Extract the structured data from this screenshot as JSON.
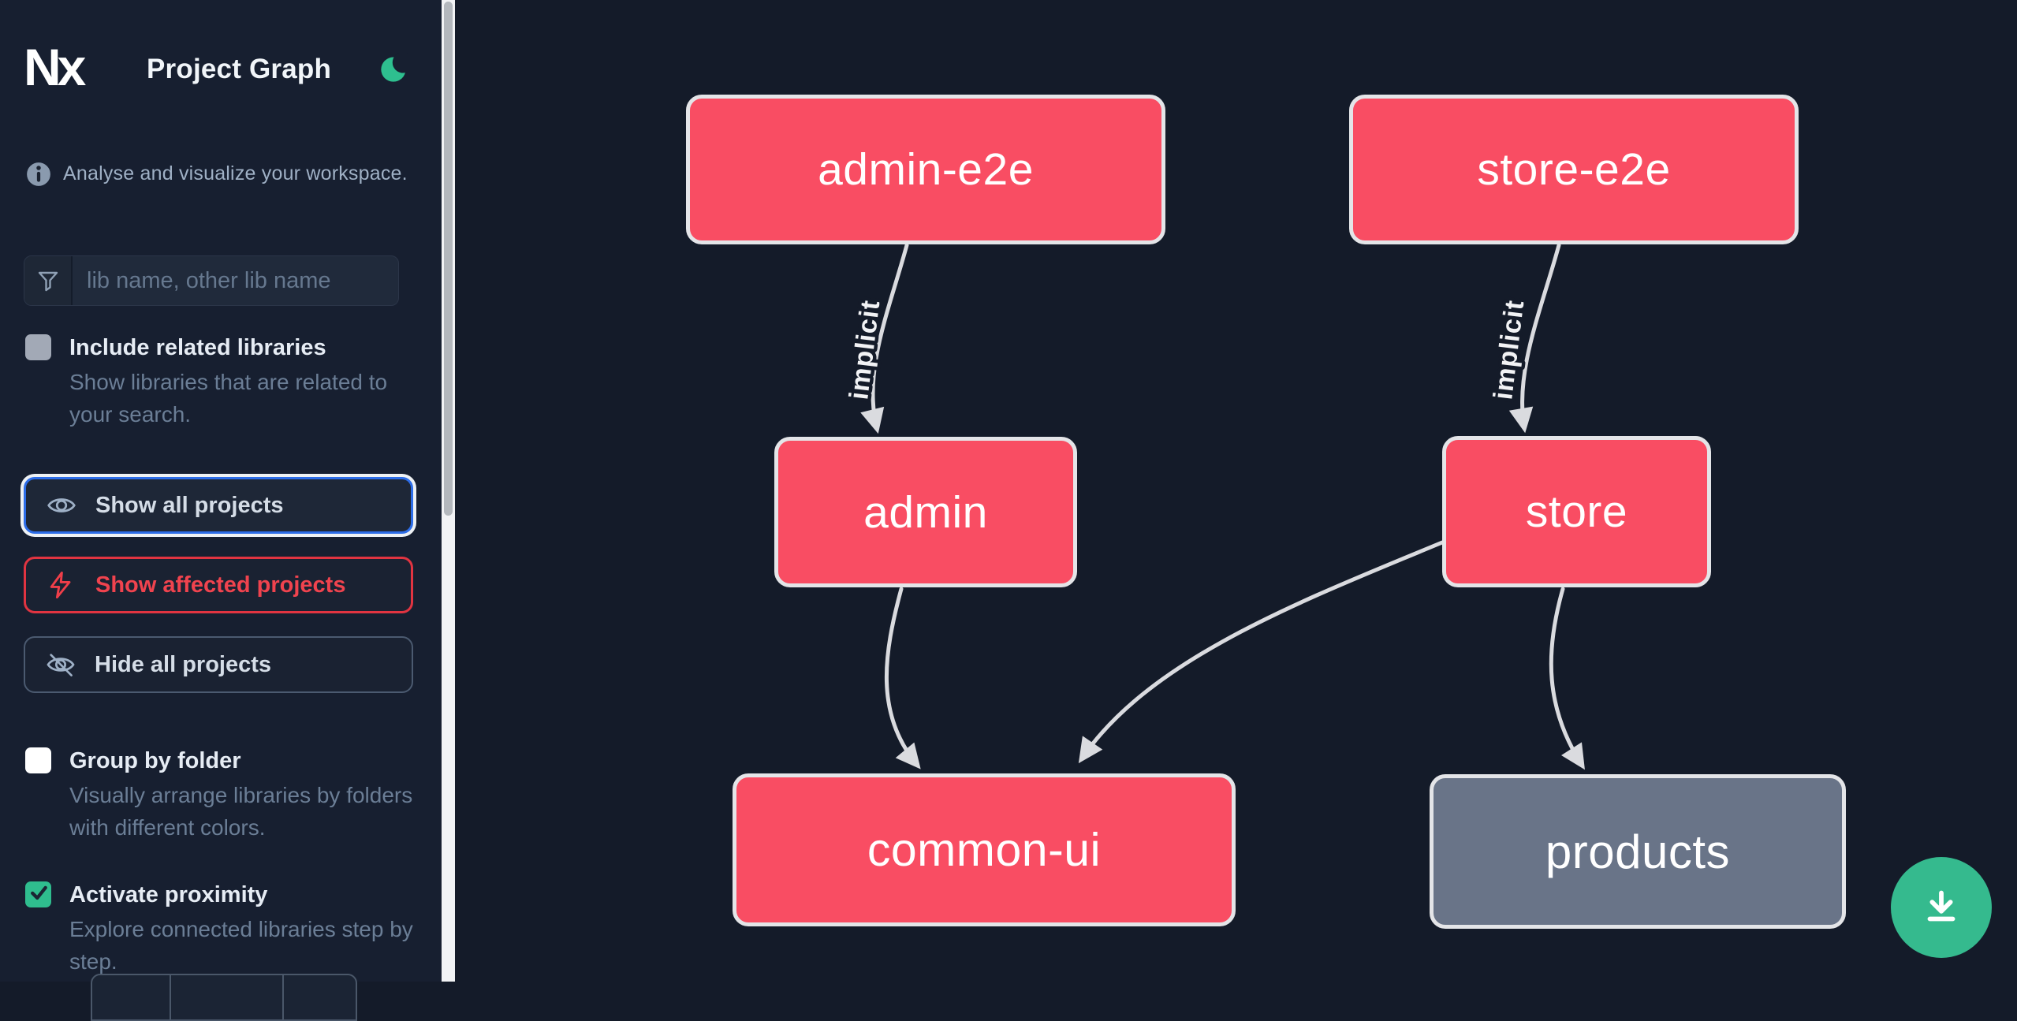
{
  "app": {
    "logo_text": "Nx",
    "title": "Project Graph"
  },
  "sidebar": {
    "tagline": "Analyse and visualize your workspace.",
    "search": {
      "placeholder": "lib name, other lib name",
      "value": ""
    },
    "include_related": {
      "label": "Include related libraries",
      "description": "Show libraries that are related to your search.",
      "checked": false
    },
    "actions": {
      "show_all": {
        "label": "Show all projects",
        "focused": true
      },
      "show_affected": {
        "label": "Show affected projects"
      },
      "hide_all": {
        "label": "Hide all projects"
      }
    },
    "group_by_folder": {
      "label": "Group by folder",
      "description": "Visually arrange libraries by folders with different colors.",
      "checked": false
    },
    "activate_proximity": {
      "label": "Activate proximity",
      "description": "Explore connected libraries step by step.",
      "checked": true
    }
  },
  "graph": {
    "nodes": [
      {
        "id": "admin-e2e",
        "label": "admin-e2e",
        "kind": "app",
        "state": "affected",
        "color": "#f94d63"
      },
      {
        "id": "store-e2e",
        "label": "store-e2e",
        "kind": "app",
        "state": "affected",
        "color": "#f94d63"
      },
      {
        "id": "admin",
        "label": "admin",
        "kind": "app",
        "state": "affected",
        "color": "#f94d63"
      },
      {
        "id": "store",
        "label": "store",
        "kind": "app",
        "state": "affected",
        "color": "#f94d63"
      },
      {
        "id": "common-ui",
        "label": "common-ui",
        "kind": "lib",
        "state": "affected",
        "color": "#f94d63"
      },
      {
        "id": "products",
        "label": "products",
        "kind": "lib",
        "state": "default",
        "color": "#697488"
      }
    ],
    "edges": [
      {
        "source": "admin-e2e",
        "target": "admin",
        "label": "implicit"
      },
      {
        "source": "store-e2e",
        "target": "store",
        "label": "implicit"
      },
      {
        "source": "admin",
        "target": "common-ui",
        "label": ""
      },
      {
        "source": "store",
        "target": "common-ui",
        "label": ""
      },
      {
        "source": "store",
        "target": "products",
        "label": ""
      }
    ]
  },
  "colors": {
    "affected_node": "#f94d63",
    "default_node": "#697488",
    "edge": "#dadbdf",
    "accent_green": "#2ebf8f",
    "download_green": "#35ba8e",
    "focus_blue": "#2d6de8",
    "danger_red": "#ef3e49"
  }
}
